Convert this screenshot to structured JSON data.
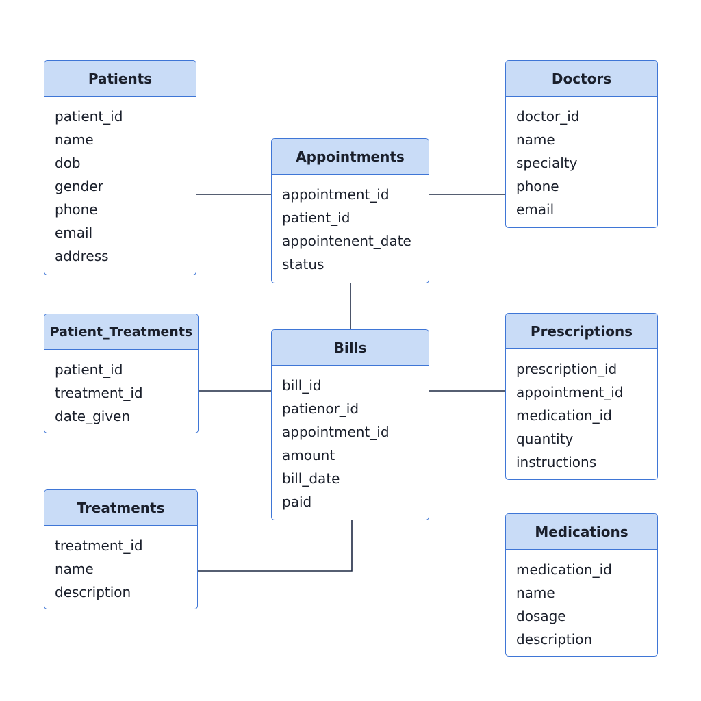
{
  "entities": {
    "patients": {
      "title": "Patients",
      "fields": [
        "patient_id",
        "name",
        "dob",
        "gender",
        "phone",
        "email",
        "address"
      ]
    },
    "doctors": {
      "title": "Doctors",
      "fields": [
        "doctor_id",
        "name",
        "specialty",
        "phone",
        "email"
      ]
    },
    "appointments": {
      "title": "Appointments",
      "fields": [
        "appointment_id",
        "patient_id",
        "appointenent_date",
        "status"
      ]
    },
    "patient_treatments": {
      "title": "Patient_Treatments",
      "fields": [
        "patient_id",
        "treatment_id",
        "date_given"
      ]
    },
    "bills": {
      "title": "Bills",
      "fields": [
        "bill_id",
        "patienor_id",
        "appointment_id",
        "amount",
        "bill_date",
        "paid"
      ]
    },
    "prescriptions": {
      "title": "Prescriptions",
      "fields": [
        "prescription_id",
        "appointment_id",
        "medication_id",
        "quantity",
        "instructions"
      ]
    },
    "treatments": {
      "title": "Treatments",
      "fields": [
        "treatment_id",
        "name",
        "description"
      ]
    },
    "medications": {
      "title": "Medications",
      "fields": [
        "medication_id",
        "name",
        "dosage",
        "description"
      ]
    }
  },
  "relationships": [
    {
      "from": "patients",
      "to": "appointments"
    },
    {
      "from": "appointments",
      "to": "doctors"
    },
    {
      "from": "appointments",
      "to": "bills"
    },
    {
      "from": "patient_treatments",
      "to": "bills"
    },
    {
      "from": "bills",
      "to": "prescriptions"
    },
    {
      "from": "treatments",
      "to": "bills"
    }
  ],
  "colors": {
    "header_fill": "#c9dcf7",
    "border": "#3f76d6",
    "connector": "#1f2a44",
    "text": "#1a1f2b"
  }
}
